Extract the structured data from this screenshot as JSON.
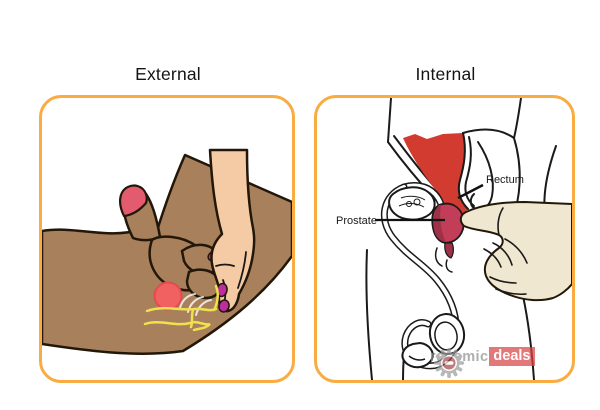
{
  "panels": {
    "external": {
      "title": "External"
    },
    "internal": {
      "title": "Internal",
      "labels": {
        "rectum": "Rectum",
        "prostate": "Prostate"
      }
    }
  },
  "watermark": {
    "icon": "gear-o-icon",
    "text": "rgasmic",
    "badge": "deals"
  },
  "colors": {
    "accent_orange": "#F8AC42",
    "skin_dark": "#A8805C",
    "skin_light": "#F5CBA6",
    "hand_cream": "#F0E7D0",
    "rectum_red": "#D23B30",
    "prostate_crimson": "#C23E58",
    "prostate_dark": "#9E3048",
    "highlight_red": "#F16161",
    "nerve_yellow": "#EFE14E",
    "nail_magenta": "#BE2D9C",
    "glans_pink": "#E25B6E",
    "watermark_badge_red": "#D94546"
  }
}
